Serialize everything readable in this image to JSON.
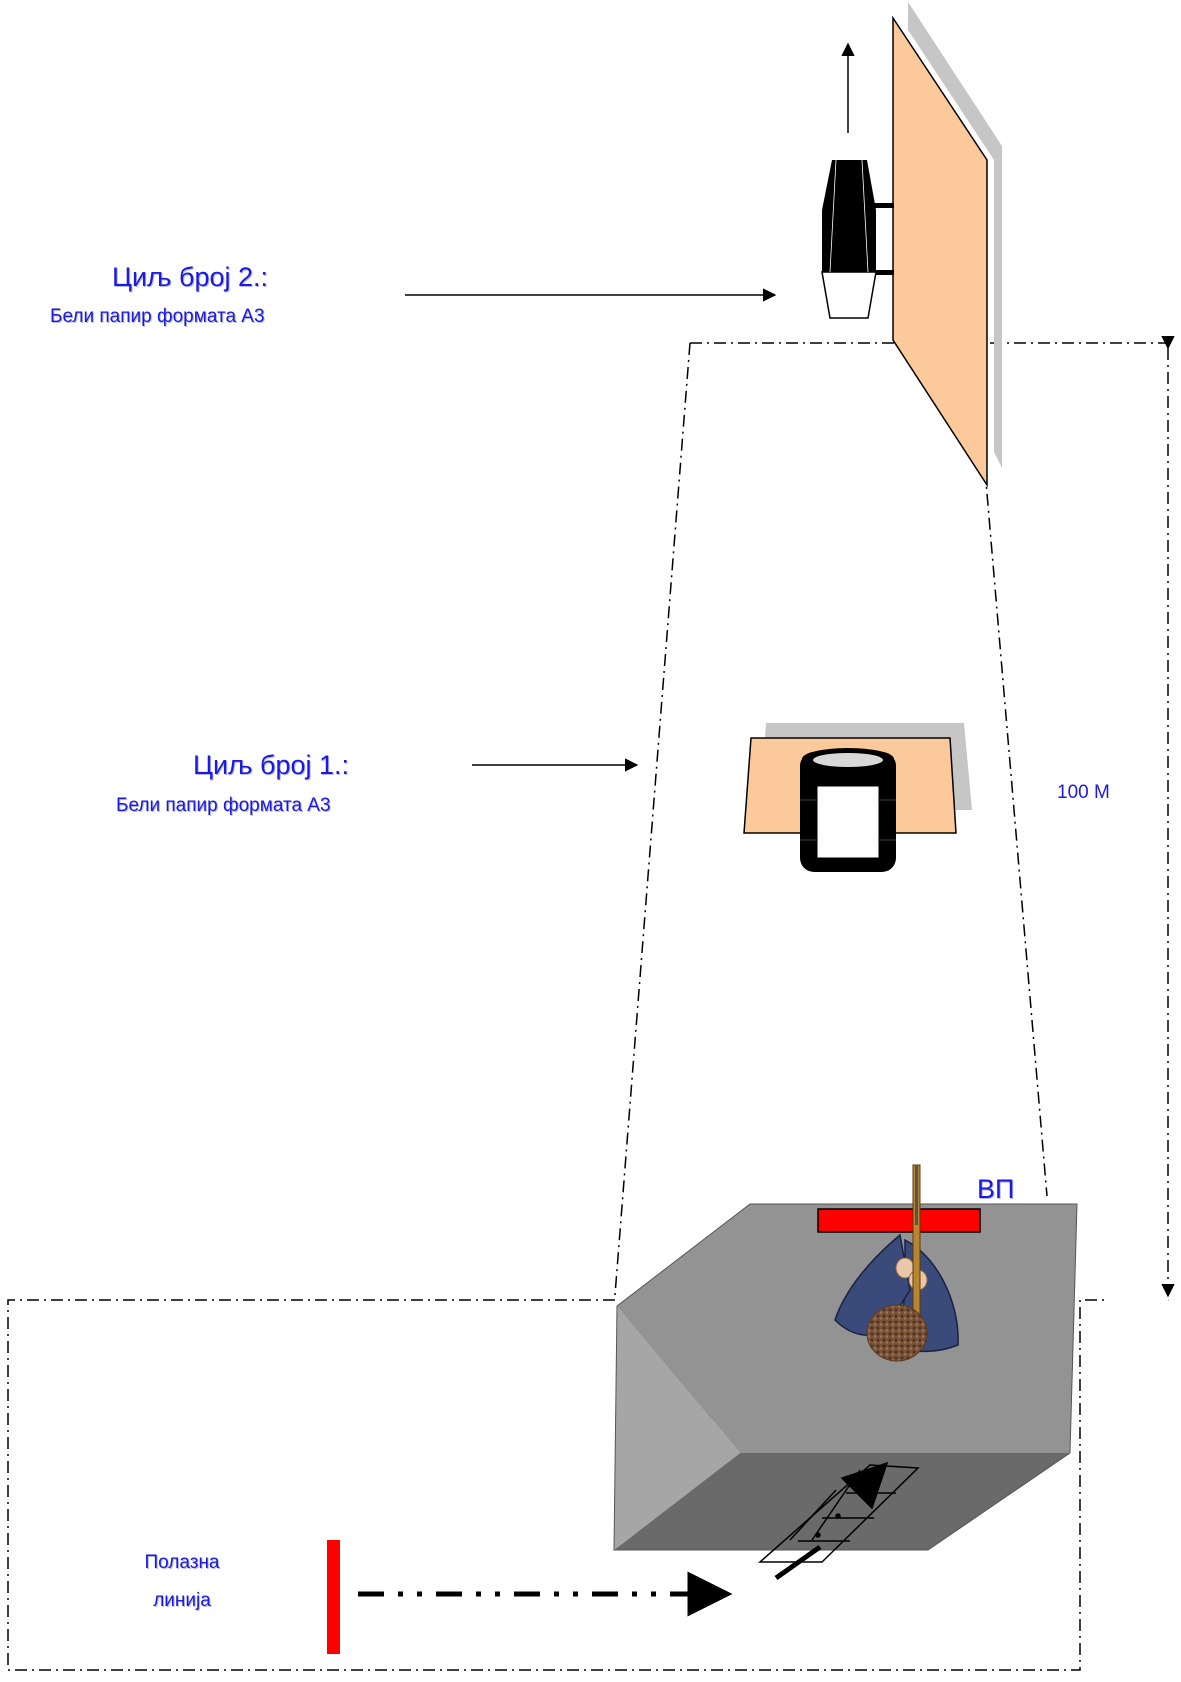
{
  "target2": {
    "title": "Циљ број 2.:",
    "subtitle": "Бели папир формата А3"
  },
  "target1": {
    "title": "Циљ број 1.:",
    "subtitle": "Бели папир формата А3"
  },
  "distance": {
    "label": "100 М"
  },
  "firing_position": {
    "label": "ВП"
  },
  "start_line": {
    "line1": "Полазна",
    "line2": "линија"
  },
  "colors": {
    "label_blue": "#1a1ae0",
    "panel_tan": "#fcc99a",
    "shadow_gray": "#c6c6c6",
    "box_top": "#939393",
    "box_front": "#6a6a6a",
    "box_side": "#a6a6a6",
    "marker_red": "#ff0000",
    "jacket_blue": "#3a4a7a"
  },
  "icons": [
    "arrow-up-icon",
    "shooter-icon",
    "footsteps-icon",
    "target-silhouette-icon",
    "barrel-icon"
  ]
}
